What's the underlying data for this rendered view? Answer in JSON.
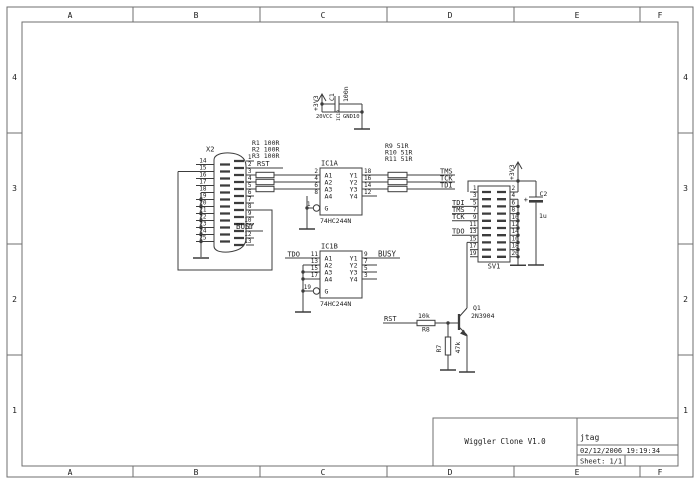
{
  "colors": {
    "ink": "#3c3c3c",
    "paper": "#ffffff"
  },
  "frame": {
    "cols": [
      "A",
      "B",
      "C",
      "D",
      "E",
      "F"
    ],
    "rows": [
      "4",
      "3",
      "2",
      "1"
    ]
  },
  "title_block": {
    "title": "Wiggler Clone V1.0",
    "doc": "jtag",
    "date": "02/12/2006 19:19:34",
    "sheet": "Sheet: 1/1"
  },
  "nets": {
    "rst": "RST",
    "busy": "BUSY",
    "tms": "TMS",
    "tck": "TCK",
    "tdi": "TDI",
    "tdo": "TDO",
    "v33": "+3V3"
  },
  "c1": {
    "ref": "C1",
    "value": "100n",
    "pwr_left": "20VCC",
    "pwr_mid": "IC1P",
    "pwr_right": "GND10"
  },
  "x2": {
    "ref": "X2",
    "left_pins": [
      "14",
      "15",
      "16",
      "17",
      "18",
      "19",
      "20",
      "21",
      "22",
      "23",
      "24",
      "25"
    ],
    "right_pins": [
      "1",
      "2",
      "3",
      "4",
      "5",
      "6",
      "7",
      "8",
      "9",
      "10",
      "11",
      "12",
      "13"
    ]
  },
  "r_in": [
    "R1 100R",
    "R2 100R",
    "R3 100R"
  ],
  "r_out": [
    "R9 51R",
    "R10 51R",
    "R11 51R"
  ],
  "ic1a": {
    "ref": "IC1A",
    "part": "74HC244N",
    "ins": [
      "A1",
      "A2",
      "A3",
      "A4"
    ],
    "outs": [
      "Y1",
      "Y2",
      "Y3",
      "Y4"
    ],
    "g": "G",
    "in_pins": [
      "2",
      "4",
      "6",
      "8"
    ],
    "out_pins": [
      "18",
      "16",
      "14",
      "12"
    ],
    "g_pin": "1"
  },
  "ic1b": {
    "ref": "IC1B",
    "part": "74HC244N",
    "ins": [
      "A1",
      "A2",
      "A3",
      "A4"
    ],
    "outs": [
      "Y1",
      "Y2",
      "Y3",
      "Y4"
    ],
    "g": "G",
    "in_pins": [
      "11",
      "13",
      "15",
      "17"
    ],
    "out_pins": [
      "9",
      "7",
      "5",
      "3"
    ],
    "g_pin": "19"
  },
  "sv1": {
    "ref": "SV1",
    "odd": [
      "1",
      "3",
      "5",
      "7",
      "9",
      "11",
      "13",
      "15",
      "17",
      "19"
    ],
    "even": [
      "2",
      "4",
      "6",
      "8",
      "10",
      "12",
      "14",
      "16",
      "18",
      "20"
    ]
  },
  "c2": {
    "ref": "C2",
    "value": "1u",
    "plus": "+"
  },
  "q1": {
    "ref": "Q1",
    "part": "2N3904"
  },
  "r8": {
    "ref": "R8",
    "value": "10k"
  },
  "r7": {
    "ref": "R7",
    "value": "47k"
  }
}
